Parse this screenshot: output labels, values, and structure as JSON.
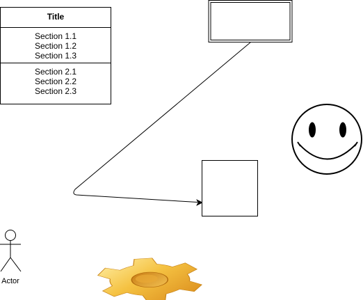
{
  "class_box": {
    "title": "Title",
    "section1": [
      "Section 1.1",
      "Section 1.2",
      "Section 1.3"
    ],
    "section2": [
      "Section 2.1",
      "Section 2.2",
      "Section 2.3"
    ]
  },
  "actor": {
    "label": "Actor"
  },
  "icons": {
    "smiley": "smiley-icon",
    "gear": "gear-icon",
    "actor": "stick-figure-icon"
  },
  "colors": {
    "stroke": "#000000",
    "gear_light": "#ffe27a",
    "gear_mid": "#f5c242",
    "gear_dark": "#d9891a"
  }
}
